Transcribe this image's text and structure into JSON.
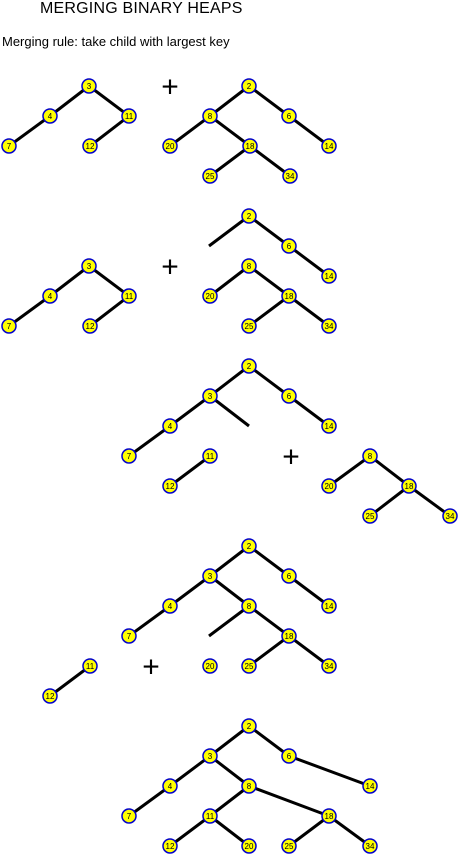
{
  "title": "MERGING BINARY  HEAPS",
  "subtitle": "Merging rule: take child with largest key",
  "colors": {
    "node_fill": "#ffff00",
    "node_stroke": "#0000cc",
    "edge": "#000000"
  },
  "operator_symbol": "+",
  "stages": [
    {
      "nodes": [
        {
          "id": "a3",
          "key": "3"
        },
        {
          "id": "a4",
          "key": "4"
        },
        {
          "id": "a11",
          "key": "11"
        },
        {
          "id": "a7",
          "key": "7"
        },
        {
          "id": "a12",
          "key": "12"
        },
        {
          "id": "b2",
          "key": "2"
        },
        {
          "id": "b8",
          "key": "8"
        },
        {
          "id": "b6",
          "key": "6"
        },
        {
          "id": "b20",
          "key": "20"
        },
        {
          "id": "b18",
          "key": "18"
        },
        {
          "id": "b14",
          "key": "14"
        },
        {
          "id": "b25",
          "key": "25"
        },
        {
          "id": "b34",
          "key": "34"
        }
      ],
      "edges": [
        [
          "a3",
          "a4"
        ],
        [
          "a3",
          "a11"
        ],
        [
          "a4",
          "a7"
        ],
        [
          "a11",
          "a12"
        ],
        [
          "b2",
          "b8"
        ],
        [
          "b2",
          "b6"
        ],
        [
          "b8",
          "b20"
        ],
        [
          "b8",
          "b18"
        ],
        [
          "b6",
          "b14"
        ],
        [
          "b18",
          "b25"
        ],
        [
          "b18",
          "b34"
        ]
      ]
    },
    {
      "nodes": [
        {
          "id": "a3",
          "key": "3"
        },
        {
          "id": "a4",
          "key": "4"
        },
        {
          "id": "a11",
          "key": "11"
        },
        {
          "id": "a7",
          "key": "7"
        },
        {
          "id": "a12",
          "key": "12"
        },
        {
          "id": "b2",
          "key": "2"
        },
        {
          "id": "b6",
          "key": "6"
        },
        {
          "id": "b14",
          "key": "14"
        },
        {
          "id": "c8",
          "key": "8"
        },
        {
          "id": "c20",
          "key": "20"
        },
        {
          "id": "c18",
          "key": "18"
        },
        {
          "id": "c25",
          "key": "25"
        },
        {
          "id": "c34",
          "key": "34"
        }
      ],
      "edges": [
        [
          "a3",
          "a4"
        ],
        [
          "a3",
          "a11"
        ],
        [
          "a4",
          "a7"
        ],
        [
          "a11",
          "a12"
        ],
        [
          "b2",
          "b6"
        ],
        [
          "b6",
          "b14"
        ],
        [
          "c8",
          "c20"
        ],
        [
          "c8",
          "c18"
        ],
        [
          "c18",
          "c25"
        ],
        [
          "c18",
          "c34"
        ]
      ]
    },
    {
      "nodes": [
        {
          "id": "m2",
          "key": "2"
        },
        {
          "id": "m3",
          "key": "3"
        },
        {
          "id": "m6",
          "key": "6"
        },
        {
          "id": "m4",
          "key": "4"
        },
        {
          "id": "m14",
          "key": "14"
        },
        {
          "id": "m7",
          "key": "7"
        },
        {
          "id": "m11",
          "key": "11"
        },
        {
          "id": "m12",
          "key": "12"
        },
        {
          "id": "c8",
          "key": "8"
        },
        {
          "id": "c20",
          "key": "20"
        },
        {
          "id": "c18",
          "key": "18"
        },
        {
          "id": "c25",
          "key": "25"
        },
        {
          "id": "c34",
          "key": "34"
        }
      ],
      "edges": [
        [
          "m2",
          "m3"
        ],
        [
          "m2",
          "m6"
        ],
        [
          "m3",
          "m4"
        ],
        [
          "m6",
          "m14"
        ],
        [
          "m4",
          "m7"
        ],
        [
          "m11",
          "m12"
        ],
        [
          "c8",
          "c20"
        ],
        [
          "c8",
          "c18"
        ],
        [
          "c18",
          "c25"
        ],
        [
          "c18",
          "c34"
        ]
      ]
    },
    {
      "nodes": [
        {
          "id": "m2",
          "key": "2"
        },
        {
          "id": "m3",
          "key": "3"
        },
        {
          "id": "m6",
          "key": "6"
        },
        {
          "id": "m4",
          "key": "4"
        },
        {
          "id": "m8",
          "key": "8"
        },
        {
          "id": "m14",
          "key": "14"
        },
        {
          "id": "m7",
          "key": "7"
        },
        {
          "id": "m18",
          "key": "18"
        },
        {
          "id": "m25",
          "key": "25"
        },
        {
          "id": "m34",
          "key": "34"
        },
        {
          "id": "l11",
          "key": "11"
        },
        {
          "id": "l12",
          "key": "12"
        },
        {
          "id": "l20",
          "key": "20"
        }
      ],
      "edges": [
        [
          "m2",
          "m3"
        ],
        [
          "m2",
          "m6"
        ],
        [
          "m3",
          "m4"
        ],
        [
          "m3",
          "m8"
        ],
        [
          "m6",
          "m14"
        ],
        [
          "m4",
          "m7"
        ],
        [
          "m8",
          "m18"
        ],
        [
          "m18",
          "m25"
        ],
        [
          "m18",
          "m34"
        ],
        [
          "l11",
          "l12"
        ]
      ]
    },
    {
      "nodes": [
        {
          "id": "f2",
          "key": "2"
        },
        {
          "id": "f3",
          "key": "3"
        },
        {
          "id": "f6",
          "key": "6"
        },
        {
          "id": "f4",
          "key": "4"
        },
        {
          "id": "f8",
          "key": "8"
        },
        {
          "id": "f14",
          "key": "14"
        },
        {
          "id": "f7",
          "key": "7"
        },
        {
          "id": "f11",
          "key": "11"
        },
        {
          "id": "f18",
          "key": "18"
        },
        {
          "id": "f12",
          "key": "12"
        },
        {
          "id": "f20",
          "key": "20"
        },
        {
          "id": "f25",
          "key": "25"
        },
        {
          "id": "f34",
          "key": "34"
        }
      ],
      "edges": [
        [
          "f2",
          "f3"
        ],
        [
          "f2",
          "f6"
        ],
        [
          "f3",
          "f4"
        ],
        [
          "f3",
          "f8"
        ],
        [
          "f6",
          "f14"
        ],
        [
          "f4",
          "f7"
        ],
        [
          "f8",
          "f11"
        ],
        [
          "f8",
          "f18"
        ],
        [
          "f11",
          "f12"
        ],
        [
          "f11",
          "f20"
        ],
        [
          "f18",
          "f25"
        ],
        [
          "f18",
          "f34"
        ]
      ]
    }
  ]
}
